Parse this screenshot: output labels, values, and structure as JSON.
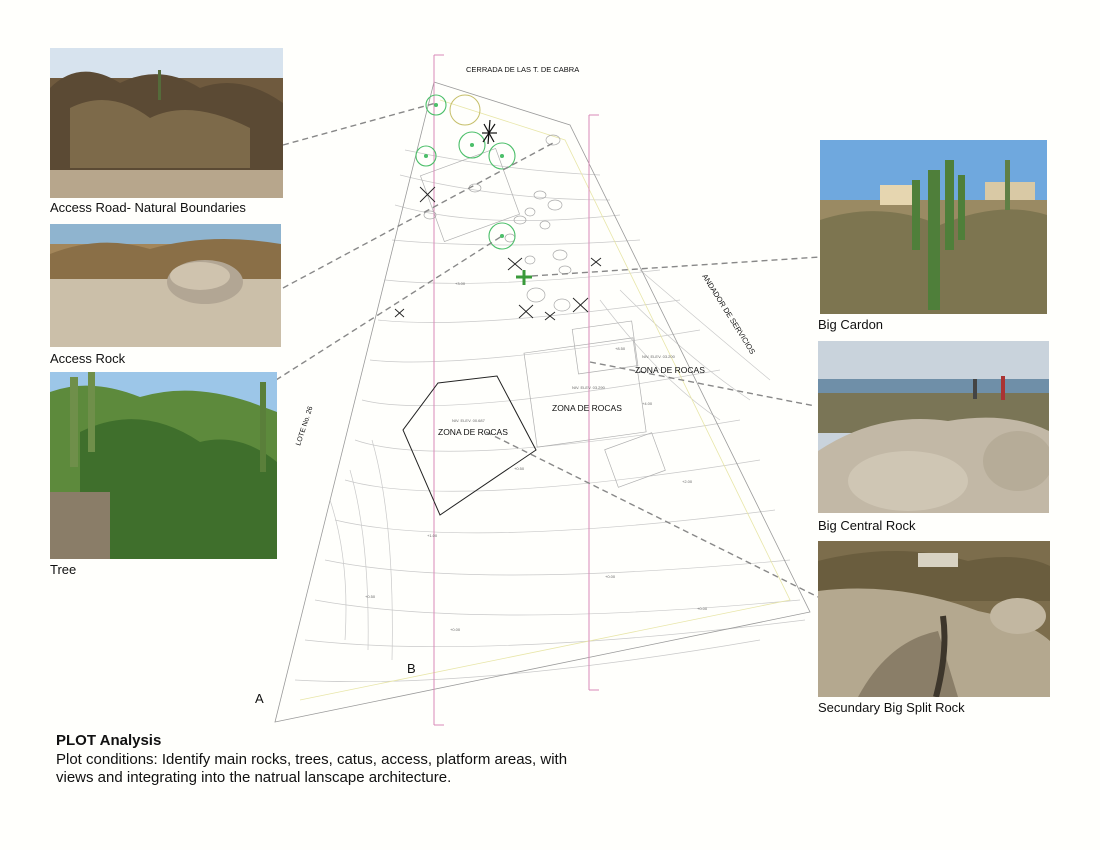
{
  "photos": {
    "access_road": {
      "caption": "Access Road- Natural Boundaries"
    },
    "access_rock": {
      "caption": "Access Rock"
    },
    "tree": {
      "caption": "Tree"
    },
    "big_cardon": {
      "caption": "Big Cardon"
    },
    "big_central_rock": {
      "caption": "Big Central Rock"
    },
    "split_rock": {
      "caption": "Secundary Big Split  Rock"
    }
  },
  "plan": {
    "street_label": "CERRADA DE LAS T. DE CABRA",
    "service_path_label": "ANDADOR DE SERVICIOS",
    "lot_label": "LOTE No. 26",
    "rock_zones": [
      "ZONA DE ROCAS",
      "ZONA DE ROCAS",
      "ZONA DE ROCAS"
    ],
    "section_a": "A",
    "section_b": "B"
  },
  "analysis": {
    "title": "PLOT Analysis",
    "body": "Plot conditions: Identify main rocks, trees, catus, access, platform areas, with views and integrating into the natrual lanscape architecture."
  },
  "colors": {
    "tree_green": "#4cbf6a",
    "cardon_green": "#3a9a3a",
    "leader_gray": "#777777",
    "axis_pink": "#d98ab8",
    "contour_gray": "#bdbdbd"
  }
}
